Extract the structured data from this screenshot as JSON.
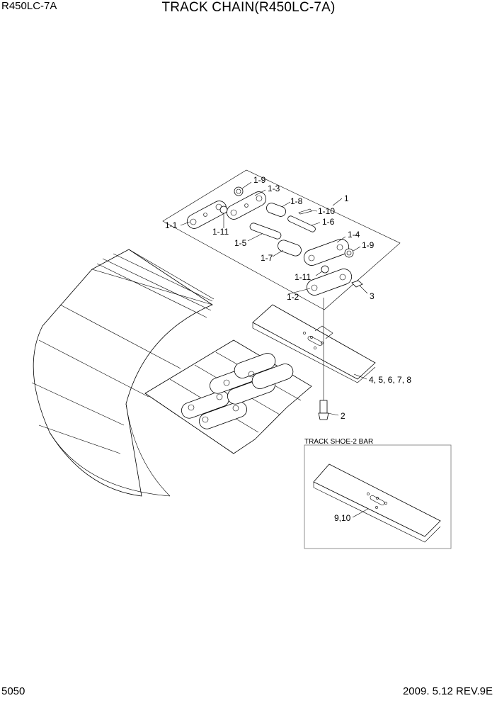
{
  "header": {
    "model": "R450LC-7A",
    "title": "TRACK CHAIN(R450LC-7A)"
  },
  "footer": {
    "page": "5050",
    "date_rev": "2009. 5.12  REV.9E"
  },
  "callouts": {
    "c1": "1",
    "c1_1": "1-1",
    "c1_2": "1-2",
    "c1_3": "1-3",
    "c1_4": "1-4",
    "c1_5": "1-5",
    "c1_6": "1-6",
    "c1_7": "1-7",
    "c1_8": "1-8",
    "c1_9a": "1-9",
    "c1_9b": "1-9",
    "c1_10": "1-10",
    "c1_11a": "1-11",
    "c1_11b": "1-11",
    "c2": "2",
    "c3": "3",
    "c4_8": "4, 5, 6, 7, 8",
    "c9_10": "9,10"
  },
  "inset": {
    "title": "TRACK SHOE-2 BAR"
  }
}
